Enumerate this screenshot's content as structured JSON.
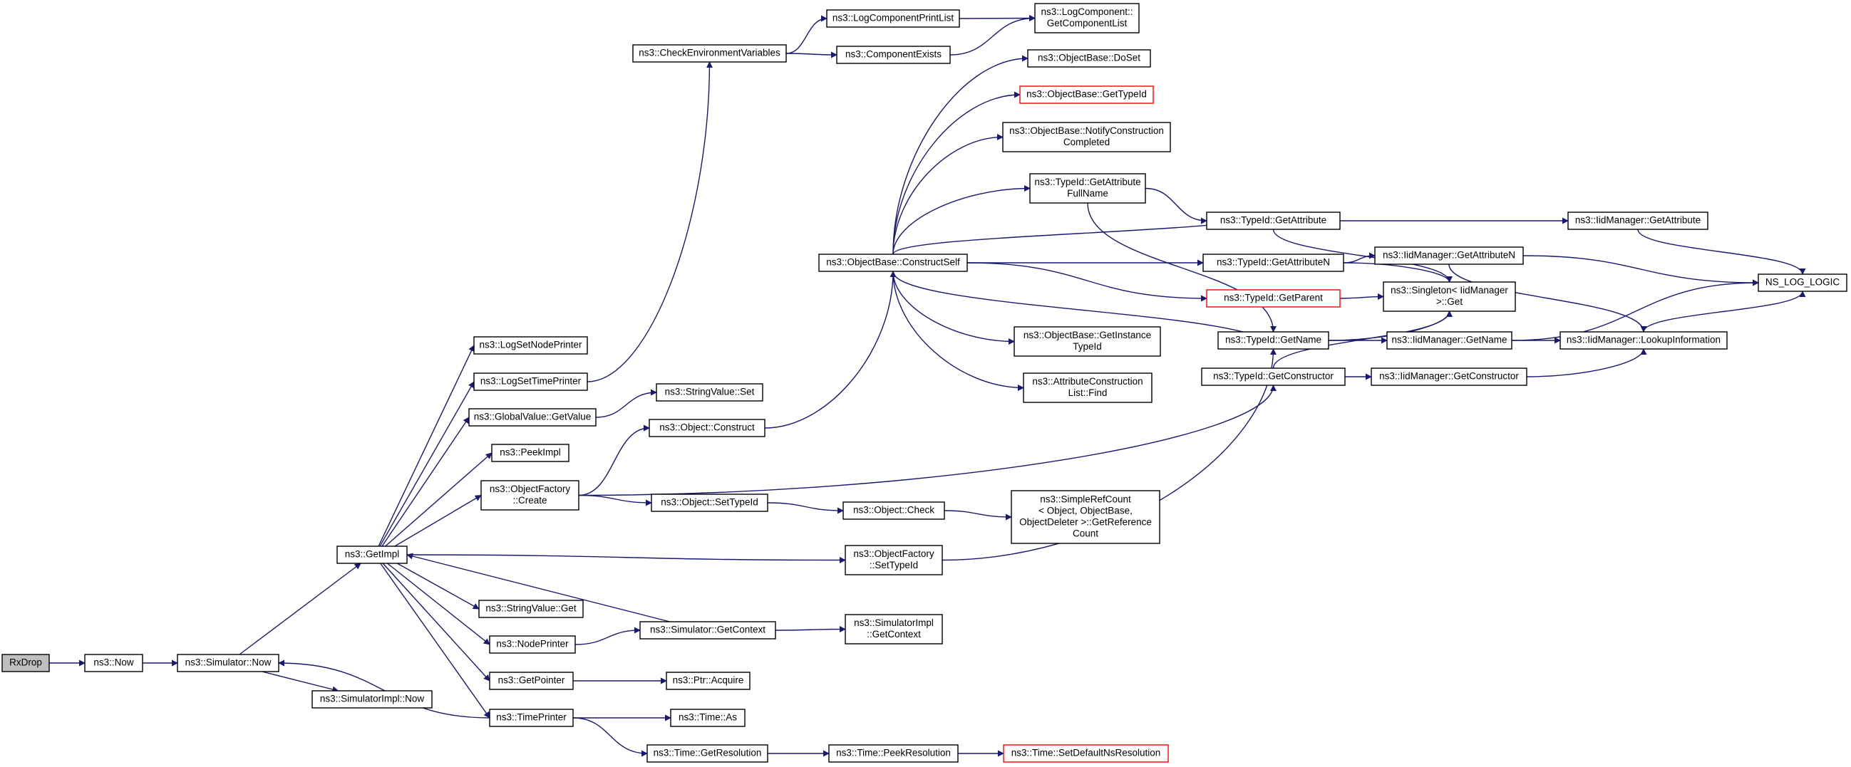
{
  "graph": {
    "title": "",
    "edge_color": "#191970",
    "highlight_color": "#ff0000",
    "root_fill": "#bfbfbf",
    "nodes": [
      {
        "id": "rxdrop",
        "lines": [
          "RxDrop"
        ],
        "root": true
      },
      {
        "id": "now",
        "lines": [
          "ns3::Now"
        ]
      },
      {
        "id": "simnow",
        "lines": [
          "ns3::Simulator::Now"
        ]
      },
      {
        "id": "getimpl",
        "lines": [
          "ns3::GetImpl"
        ]
      },
      {
        "id": "simimplnow",
        "lines": [
          "ns3::SimulatorImpl::Now"
        ]
      },
      {
        "id": "logsetnodeprinter",
        "lines": [
          "ns3::LogSetNodePrinter"
        ]
      },
      {
        "id": "logsettimeprinter",
        "lines": [
          "ns3::LogSetTimePrinter"
        ]
      },
      {
        "id": "globalvaluegetvalue",
        "lines": [
          "ns3::GlobalValue::GetValue"
        ]
      },
      {
        "id": "peekimpl",
        "lines": [
          "ns3::PeekImpl"
        ]
      },
      {
        "id": "objfactorycreate",
        "lines": [
          "ns3::ObjectFactory",
          "::Create"
        ]
      },
      {
        "id": "stringvalueget",
        "lines": [
          "ns3::StringValue::Get"
        ]
      },
      {
        "id": "nodeprinter",
        "lines": [
          "ns3::NodePrinter"
        ]
      },
      {
        "id": "getpointer",
        "lines": [
          "ns3::GetPointer"
        ]
      },
      {
        "id": "timeprinter",
        "lines": [
          "ns3::TimePrinter"
        ]
      },
      {
        "id": "checkenv",
        "lines": [
          "ns3::CheckEnvironmentVariables"
        ]
      },
      {
        "id": "stringvalueset",
        "lines": [
          "ns3::StringValue::Set"
        ]
      },
      {
        "id": "objectconstruct",
        "lines": [
          "ns3::Object::Construct"
        ]
      },
      {
        "id": "objectsettypeid",
        "lines": [
          "ns3::Object::SetTypeId"
        ]
      },
      {
        "id": "simgetcontext",
        "lines": [
          "ns3::Simulator::GetContext"
        ]
      },
      {
        "id": "ptracquire",
        "lines": [
          "ns3::Ptr::Acquire"
        ]
      },
      {
        "id": "timeas",
        "lines": [
          "ns3::Time::As"
        ]
      },
      {
        "id": "timegetresolution",
        "lines": [
          "ns3::Time::GetResolution"
        ]
      },
      {
        "id": "logcompprintlist",
        "lines": [
          "ns3::LogComponentPrintList"
        ]
      },
      {
        "id": "componentexists",
        "lines": [
          "ns3::ComponentExists"
        ]
      },
      {
        "id": "objbaseconstructself",
        "lines": [
          "ns3::ObjectBase::ConstructSelf"
        ]
      },
      {
        "id": "objectcheck",
        "lines": [
          "ns3::Object::Check"
        ]
      },
      {
        "id": "objfactorysettypeid",
        "lines": [
          "ns3::ObjectFactory",
          "::SetTypeId"
        ]
      },
      {
        "id": "simimplgetcontext",
        "lines": [
          "ns3::SimulatorImpl",
          "::GetContext"
        ]
      },
      {
        "id": "timepeekresolution",
        "lines": [
          "ns3::Time::PeekResolution"
        ]
      },
      {
        "id": "logcompgetcomplist",
        "lines": [
          "ns3::LogComponent::",
          "GetComponentList"
        ]
      },
      {
        "id": "objbasedoset",
        "lines": [
          "ns3::ObjectBase::DoSet"
        ]
      },
      {
        "id": "objbasegettypeid",
        "lines": [
          "ns3::ObjectBase::GetTypeId"
        ],
        "red": true
      },
      {
        "id": "objbasenotify",
        "lines": [
          "ns3::ObjectBase::NotifyConstruction",
          "Completed"
        ]
      },
      {
        "id": "typeidgetattrfullname",
        "lines": [
          "ns3::TypeId::GetAttribute",
          "FullName"
        ]
      },
      {
        "id": "objbasegetinstancetypeid",
        "lines": [
          "ns3::ObjectBase::GetInstance",
          "TypeId"
        ]
      },
      {
        "id": "attrconstructionlistfind",
        "lines": [
          "ns3::AttributeConstruction",
          "List::Find"
        ]
      },
      {
        "id": "simplerefcount",
        "lines": [
          "ns3::SimpleRefCount",
          "< Object, ObjectBase,",
          "ObjectDeleter >::GetReference",
          "Count"
        ]
      },
      {
        "id": "timesetdefaultns",
        "lines": [
          "ns3::Time::SetDefaultNsResolution"
        ],
        "red": true
      },
      {
        "id": "typeidgetattribute",
        "lines": [
          "ns3::TypeId::GetAttribute"
        ]
      },
      {
        "id": "typeidgetattributen",
        "lines": [
          "ns3::TypeId::GetAttributeN"
        ]
      },
      {
        "id": "typeidgetparent",
        "lines": [
          "ns3::TypeId::GetParent"
        ],
        "red": true
      },
      {
        "id": "typeidgetname",
        "lines": [
          "ns3::TypeId::GetName"
        ]
      },
      {
        "id": "typeidgetconstructor",
        "lines": [
          "ns3::TypeId::GetConstructor"
        ]
      },
      {
        "id": "singletonget",
        "lines": [
          "ns3::Singleton< IidManager",
          " >::Get"
        ]
      },
      {
        "id": "iidgetattributen",
        "lines": [
          "ns3::IidManager::GetAttributeN"
        ]
      },
      {
        "id": "iidgetname",
        "lines": [
          "ns3::IidManager::GetName"
        ]
      },
      {
        "id": "iidgetconstructor",
        "lines": [
          "ns3::IidManager::GetConstructor"
        ]
      },
      {
        "id": "iidgetattribute",
        "lines": [
          "ns3::IidManager::GetAttribute"
        ]
      },
      {
        "id": "iidlookupinfo",
        "lines": [
          "ns3::IidManager::LookupInformation"
        ]
      },
      {
        "id": "nslogic",
        "lines": [
          "NS_LOG_LOGIC"
        ]
      }
    ]
  }
}
